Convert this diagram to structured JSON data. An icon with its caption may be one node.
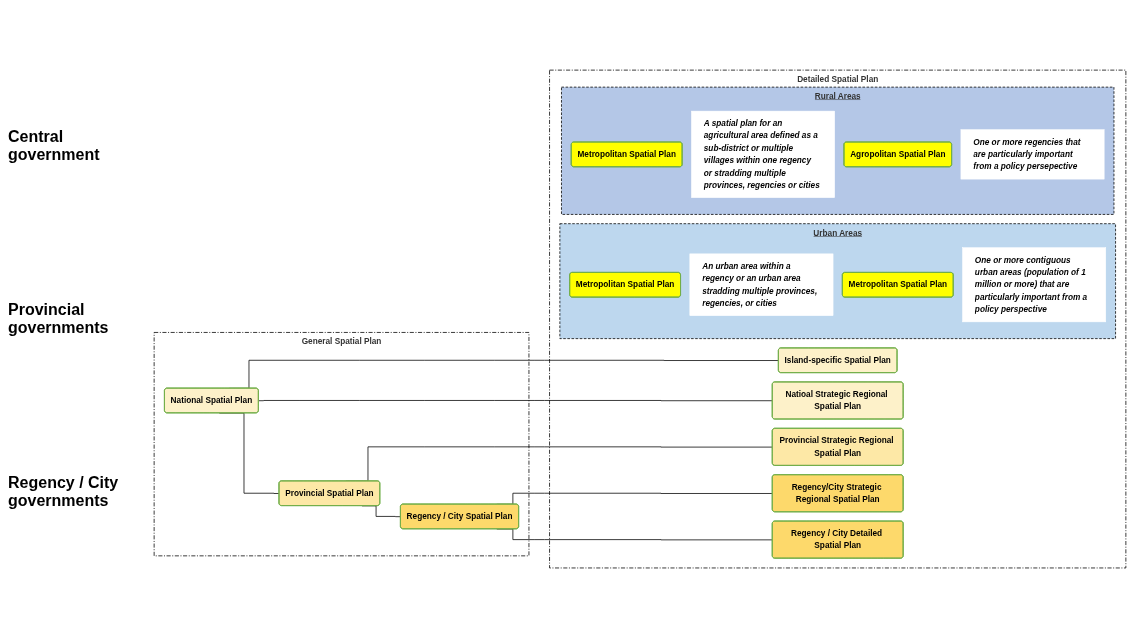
{
  "diagram": {
    "nodes": [
      {
        "text": [
          "General Spatial Plan"
        ]
      },
      {
        "text": [
          "National Spatial Plan"
        ],
        "in": 0
      },
      {
        "text": [
          "Provincial Spatial Plan"
        ],
        "in": 0
      },
      {
        "text": [
          "Regency / City Spatial Plan"
        ],
        "in": 0
      },
      {
        "text": [
          "Detailed Spatial Plan"
        ]
      },
      {
        "text": [
          "Island-specific Spatial Plan"
        ],
        "in": 4
      },
      {
        "text": [
          "Natioal Strategic Regional Spatial Plan"
        ],
        "in": 4
      },
      {
        "text": [
          "Provincial Strategic Regional Spatial Plan"
        ],
        "in": 4
      },
      {
        "text": [
          "Regency/City Strategic Regional Spatial Plan"
        ],
        "in": 4
      },
      {
        "text": [
          "Regency / City Detailed Spatial Plan"
        ],
        "in": 4
      },
      {
        "text": [
          "Urban Areas"
        ],
        "in": 4
      },
      {
        "text": [
          "Metropolitan Spatial Plan"
        ],
        "in": 10
      },
      {
        "text": [
          "An urban area within a regency or an urban area stradding multiple provinces, regencies, or cities"
        ],
        "in": 10
      },
      {
        "text": [
          "Metropolitan Spatial Plan"
        ],
        "in": 10
      },
      {
        "text": [
          "One or more contiguous urban areas (population of 1 million or more) that are particularly important from a policy perspective"
        ],
        "in": 10
      },
      {
        "text": [
          "Rural Areas"
        ],
        "in": 4
      },
      {
        "text": [
          "Metropolitan Spatial Plan"
        ],
        "in": 15
      },
      {
        "text": [
          "A spatial plan for an agricultural area defined as a sub-district or multiple villages within one regency or stradding multiple provinces, regencies or cities"
        ],
        "in": 15
      },
      {
        "text": [
          "Agropolitan Spatial Plan"
        ],
        "in": 15
      },
      {
        "text": [
          "One or more regencies that are particularly important from a policy persepective"
        ],
        "in": 15
      }
    ],
    "edges": [
      {
        "from": 1,
        "to": 2,
        "arrow": "none"
      },
      {
        "from": 1,
        "to": 5,
        "arrow": "none"
      },
      {
        "from": 1,
        "to": 6,
        "arrow": "none"
      },
      {
        "from": 2,
        "to": 3,
        "arrow": "none"
      },
      {
        "from": 2,
        "to": 7,
        "arrow": "none"
      },
      {
        "from": 3,
        "to": 8,
        "arrow": "none"
      },
      {
        "from": 3,
        "to": 9,
        "arrow": "none"
      }
    ],
    "labels": [
      "Central government",
      "Provincial governments",
      "Regency / City governments"
    ]
  }
}
